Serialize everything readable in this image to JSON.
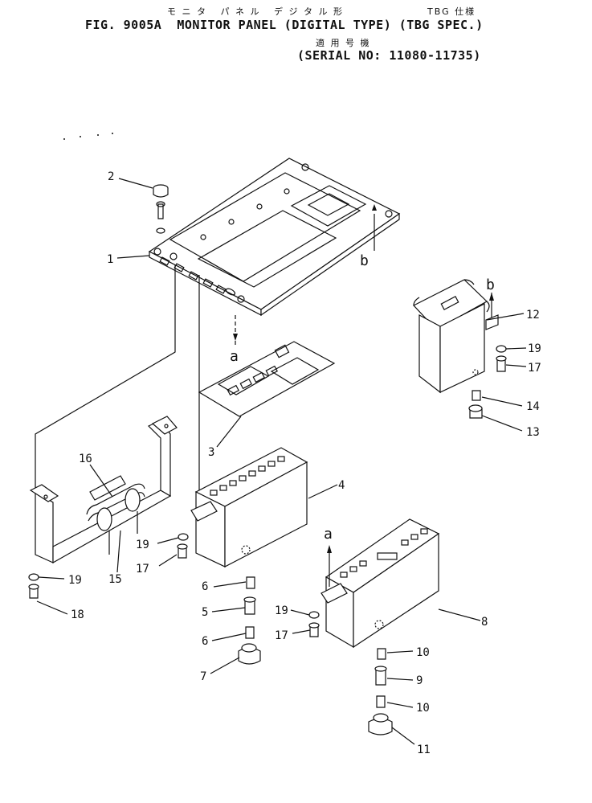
{
  "header": {
    "jp_title_1": "モ ニ タ   パ ネ ル   デ ジ タ ル 形",
    "jp_title_2": "TBG 仕様",
    "fig_line": "FIG. 9005A  MONITOR PANEL (DIGITAL TYPE) (TBG SPEC.)",
    "jp_serial": "適 用 号 機",
    "serial_line": "(SERIAL NO: 11080-11735)"
  },
  "callouts": {
    "c1": "1",
    "c2": "2",
    "c3": "3",
    "c4": "4",
    "c5": "5",
    "c6a": "6",
    "c6b": "6",
    "c7": "7",
    "c8": "8",
    "c9": "9",
    "c10a": "10",
    "c10b": "10",
    "c11": "11",
    "c12": "12",
    "c13": "13",
    "c14": "14",
    "c15": "15",
    "c16": "16",
    "c17a": "17",
    "c17b": "17",
    "c17c": "17",
    "c18": "18",
    "c19a": "19",
    "c19b": "19",
    "c19c": "19",
    "c19d": "19"
  },
  "refs": {
    "a1": "a",
    "a2": "a",
    "b1": "b",
    "b2": "b"
  }
}
